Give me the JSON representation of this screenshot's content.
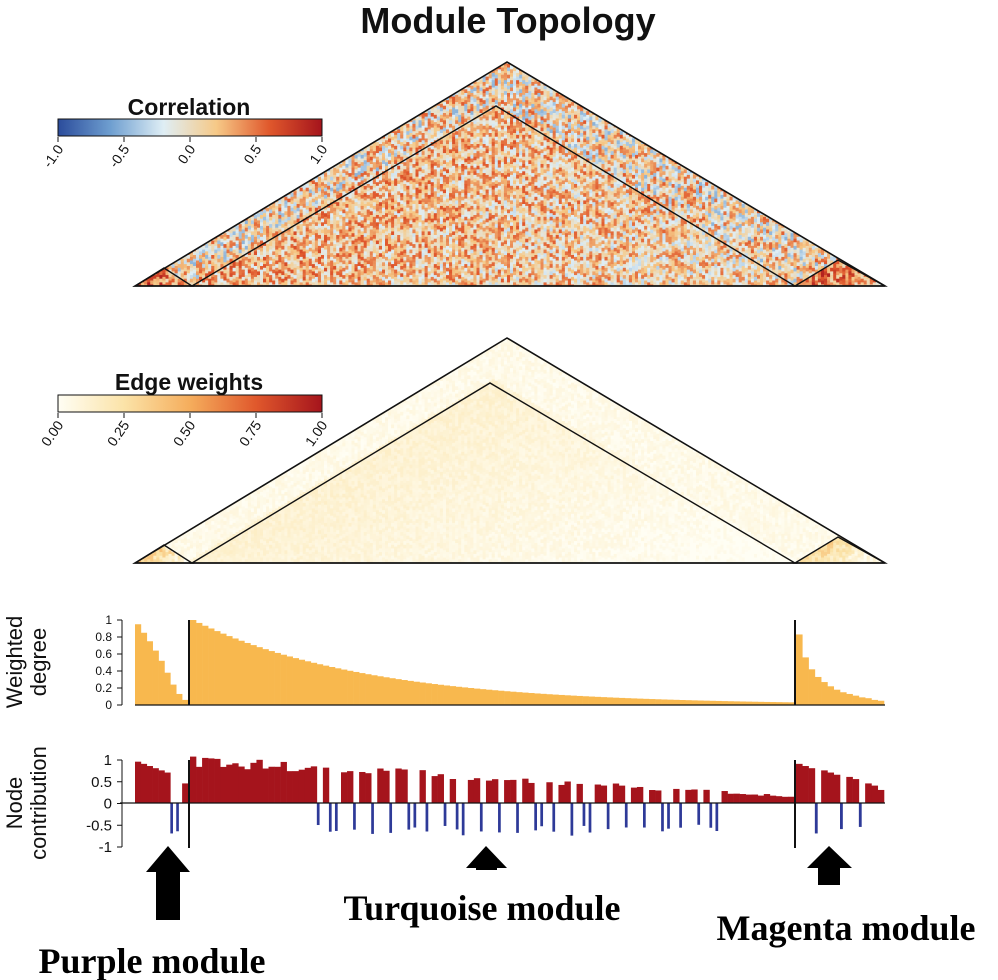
{
  "title": "Module Topology",
  "chart_data": [
    {
      "type": "heatmap",
      "legend": {
        "title": "Correlation",
        "ticks": [
          "-1.0",
          "-0.5",
          "0.0",
          "0.5",
          "1.0"
        ],
        "range": [
          -1,
          1
        ],
        "colors": [
          "#2b4c9b",
          "#6f9fd0",
          "#dfeef5",
          "#f6c987",
          "#e0582c",
          "#a5141c"
        ]
      },
      "modules": [
        {
          "name": "purple",
          "size": 9,
          "mean_correlation": 0.6
        },
        {
          "name": "turquoise",
          "size": 100,
          "mean_correlation": 0.15
        },
        {
          "name": "magenta",
          "size": 14,
          "mean_correlation": 0.5
        }
      ]
    },
    {
      "type": "heatmap",
      "legend": {
        "title": "Edge weights",
        "ticks": [
          "0.00",
          "0.25",
          "0.50",
          "0.75",
          "1.00"
        ],
        "range": [
          0,
          1
        ],
        "colors": [
          "#fffef4",
          "#fbe3a8",
          "#f5ad5c",
          "#e0582c",
          "#a5141c"
        ]
      }
    },
    {
      "type": "bar",
      "ylabel": "Weighted degree",
      "yticks": [
        "0",
        "0.2",
        "0.4",
        "0.6",
        "0.8",
        "1"
      ],
      "ylim": [
        0,
        1
      ],
      "color": "#f8b84e",
      "series": [
        {
          "module": "purple",
          "values": [
            0.95,
            0.85,
            0.75,
            0.64,
            0.52,
            0.38,
            0.24,
            0.13,
            0.06
          ]
        },
        {
          "module": "turquoise",
          "start": 1.0,
          "decay": 0.028,
          "n": 100
        },
        {
          "module": "magenta",
          "values": [
            0.83,
            0.56,
            0.42,
            0.33,
            0.27,
            0.22,
            0.18,
            0.15,
            0.13,
            0.11,
            0.09,
            0.08,
            0.06,
            0.05
          ]
        }
      ]
    },
    {
      "type": "bar",
      "ylabel": "Node contribution",
      "yticks": [
        "-1",
        "-0.5",
        "0",
        "0.5",
        "1"
      ],
      "ylim": [
        -1,
        1
      ],
      "positive_color": "#a5141c",
      "negative_color": "#2e3a98",
      "series": [
        {
          "module": "purple",
          "values": [
            0.95,
            0.9,
            0.85,
            0.8,
            0.75,
            0.7,
            -0.7,
            -0.65,
            0.45
          ]
        },
        {
          "module": "turquoise",
          "start": 0.98,
          "end": 0.15,
          "n": 100
        },
        {
          "module": "magenta",
          "values": [
            0.9,
            0.85,
            0.8,
            -0.7,
            0.75,
            0.7,
            0.65,
            -0.6,
            0.6,
            0.55,
            -0.55,
            0.45,
            0.4,
            0.3
          ]
        }
      ]
    }
  ],
  "annotations": {
    "purple": "Purple module",
    "turquoise": "Turquoise module",
    "magenta": "Magenta module"
  }
}
